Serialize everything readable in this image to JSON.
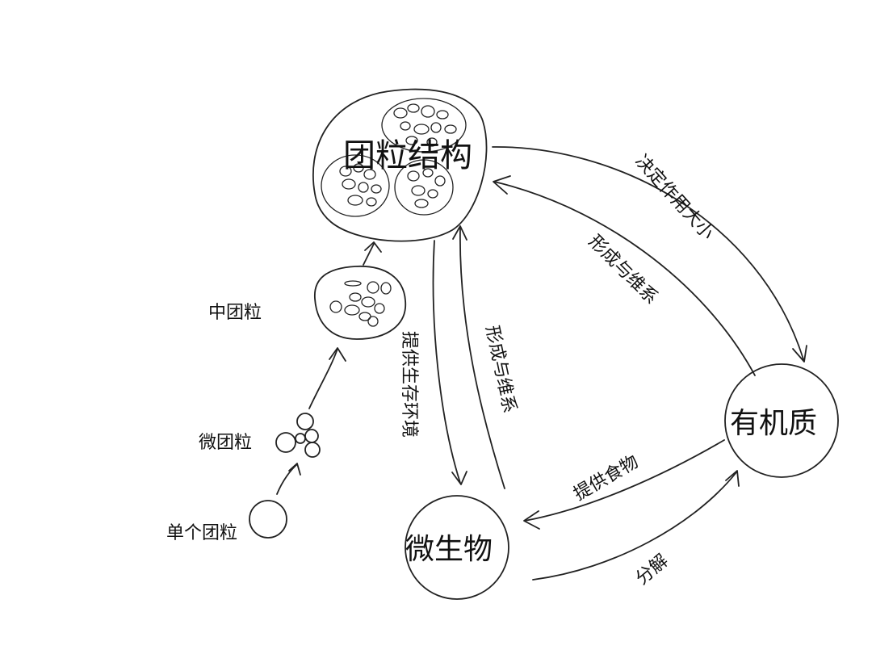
{
  "nodes": {
    "aggregate_structure": "团粒结构",
    "organic_matter": "有机质",
    "microorganisms": "微生物"
  },
  "sizes": {
    "medium": "中团粒",
    "micro": "微团粒",
    "single": "单个团粒"
  },
  "edges": {
    "decide_effect": "决定作用大小",
    "form_maintain_right": "形成与维系",
    "provide_habitat": "提供生存环境",
    "form_maintain_left": "形成与维系",
    "provide_food": "提供食物",
    "decompose": "分解"
  }
}
